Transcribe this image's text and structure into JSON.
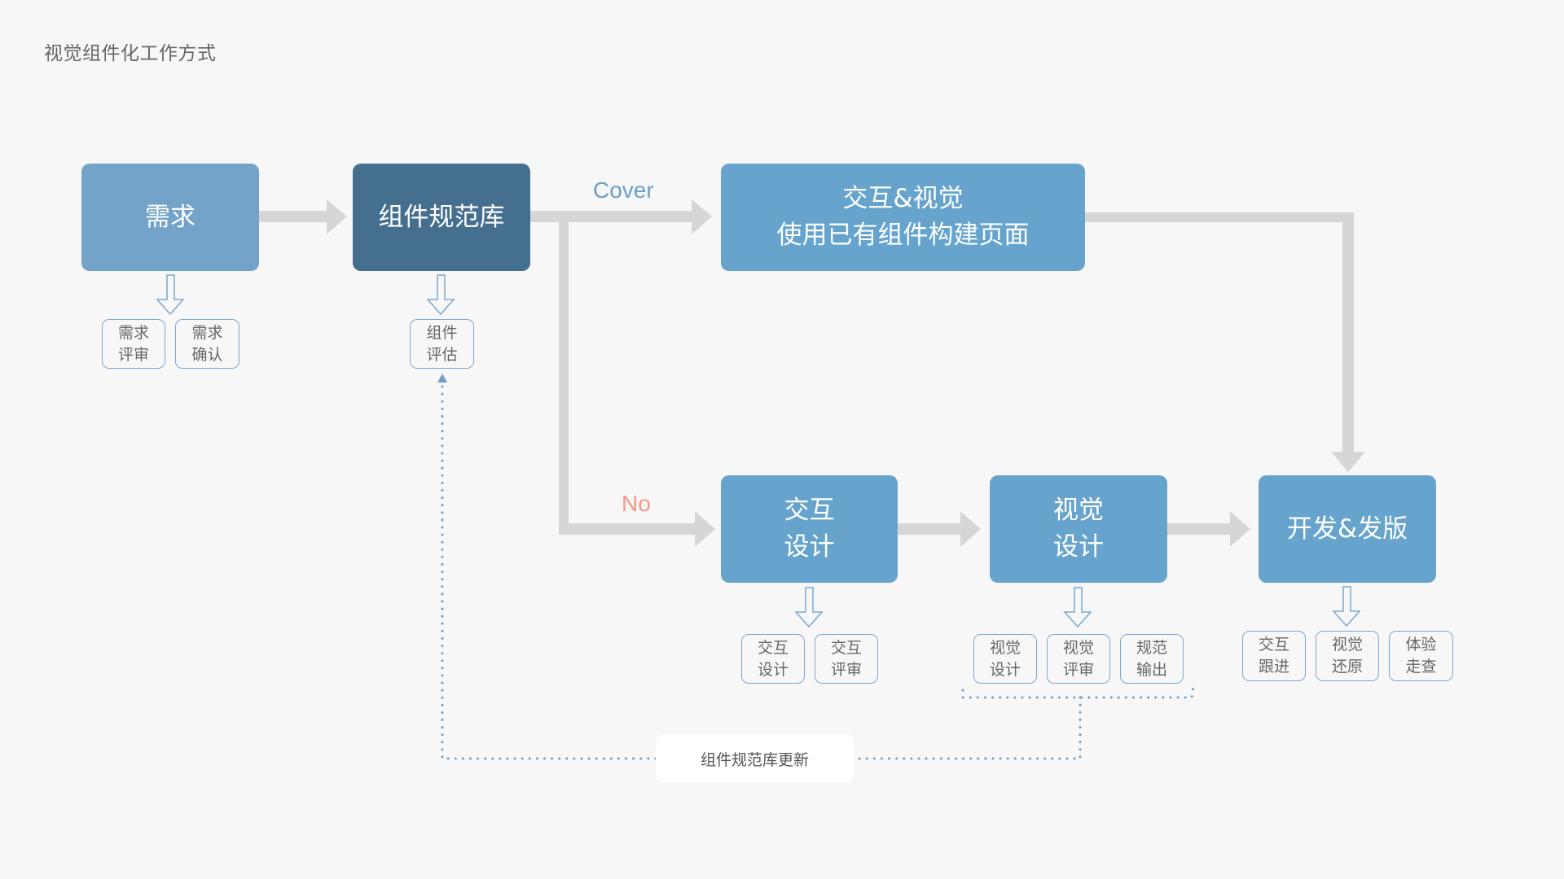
{
  "title": "视觉组件化工作方式",
  "colors": {
    "background": "#f7f7f7",
    "requirement_node": "#73a3c9",
    "library_node": "#456f8f",
    "step_node": "#66a3cd",
    "connector": "#d6d6d6",
    "sub_border": "#7ba7d1",
    "dotted_loop": "#6f9fcc",
    "label_cover": "#6a9fcb",
    "label_no": "#f09a8a"
  },
  "nodes": {
    "requirement": {
      "label": "需求"
    },
    "library": {
      "label": "组件规范库"
    },
    "reuse": {
      "line1": "交互&视觉",
      "line2": "使用已有组件构建页面"
    },
    "interaction": {
      "line1": "交互",
      "line2": "设计"
    },
    "visual": {
      "line1": "视觉",
      "line2": "设计"
    },
    "release": {
      "label": "开发&发版"
    }
  },
  "edge_labels": {
    "cover": "Cover",
    "no": "No"
  },
  "substeps": {
    "requirement": [
      {
        "line1": "需求",
        "line2": "评审"
      },
      {
        "line1": "需求",
        "line2": "确认"
      }
    ],
    "library": [
      {
        "line1": "组件",
        "line2": "评估"
      }
    ],
    "interaction": [
      {
        "line1": "交互",
        "line2": "设计"
      },
      {
        "line1": "交互",
        "line2": "评审"
      }
    ],
    "visual": [
      {
        "line1": "视觉",
        "line2": "设计"
      },
      {
        "line1": "视觉",
        "line2": "评审"
      },
      {
        "line1": "规范",
        "line2": "输出"
      }
    ],
    "release": [
      {
        "line1": "交互",
        "line2": "跟进"
      },
      {
        "line1": "视觉",
        "line2": "还原"
      },
      {
        "line1": "体验",
        "line2": "走查"
      }
    ]
  },
  "feedback": {
    "label": "组件规范库更新"
  }
}
